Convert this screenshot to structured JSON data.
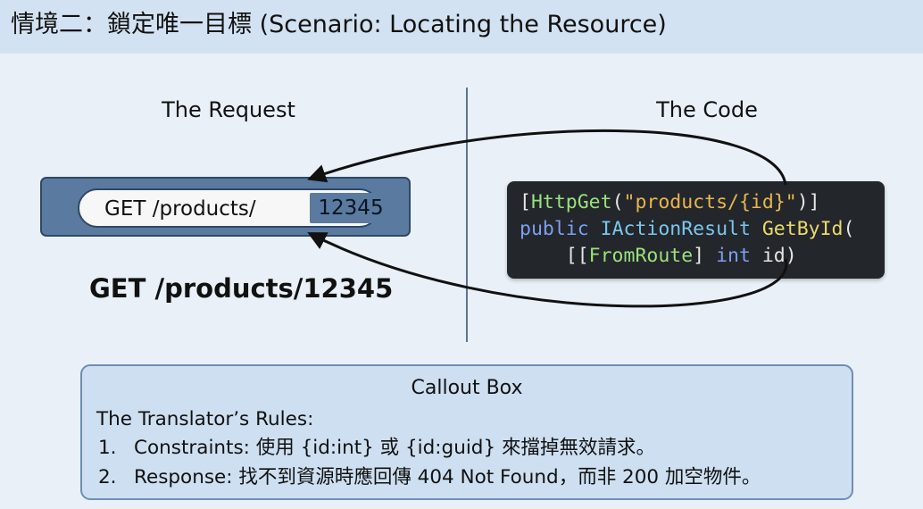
{
  "title": "情境二：鎖定唯一目標 (Scenario: Locating the Resource)",
  "request_column": {
    "heading": "The Request",
    "path_prefix": "GET /products/",
    "path_id": "12345",
    "caption": "GET /products/12345"
  },
  "code_column": {
    "heading": "The Code",
    "lines": [
      [
        {
          "text": "[",
          "kind": "punct"
        },
        {
          "text": "HttpGet",
          "kind": "attr"
        },
        {
          "text": "(",
          "kind": "punct"
        },
        {
          "text": "\"products/{id}\"",
          "kind": "str"
        },
        {
          "text": ")]",
          "kind": "punct"
        }
      ],
      [
        {
          "text": "public",
          "kind": "kw"
        },
        {
          "text": " ",
          "kind": "punct"
        },
        {
          "text": "IActionResult",
          "kind": "type"
        },
        {
          "text": " ",
          "kind": "punct"
        },
        {
          "text": "GetById",
          "kind": "method"
        },
        {
          "text": "(",
          "kind": "punct"
        }
      ],
      [
        {
          "text": "    [[",
          "kind": "punct"
        },
        {
          "text": "FromRoute",
          "kind": "attr"
        },
        {
          "text": "] ",
          "kind": "punct"
        },
        {
          "text": "int",
          "kind": "kw"
        },
        {
          "text": " id)",
          "kind": "ident"
        }
      ]
    ]
  },
  "callout": {
    "title": "Callout Box",
    "heading": "The Translator’s Rules:",
    "rules": [
      {
        "num": "1.",
        "text": "Constraints: 使用 {id:int} 或 {id:guid} 來擋掉無效請求。"
      },
      {
        "num": "2.",
        "text": "Response: 找不到資源時應回傳 404 Not Found，而非 200 加空物件。"
      }
    ]
  },
  "colors": {
    "background": "#e9f0f8",
    "title_bar": "#d3e2f2",
    "request_box": "#5b7aa0",
    "code_background": "#23272b",
    "callout_background": "#cddff1",
    "arrow": "#111111"
  }
}
